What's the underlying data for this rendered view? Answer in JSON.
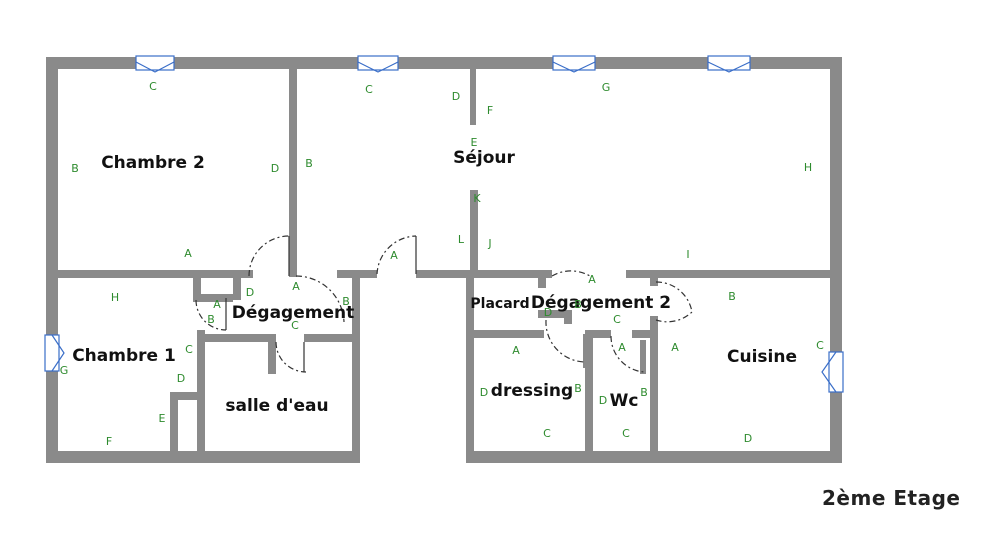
{
  "floor_label": "2ème Etage",
  "rooms": {
    "chambre2": "Chambre 2",
    "sejour": "Séjour",
    "degagement": "Dégagement",
    "chambre1": "Chambre 1",
    "salle_deau": "salle d'eau",
    "placard": "Placard",
    "degagement2": "Dégagement 2",
    "dressing": "dressing",
    "wc": "Wc",
    "cuisine": "Cuisine"
  },
  "wall_letters": {
    "ch2_c": "C",
    "ch2_b": "B",
    "ch2_d": "D",
    "ch2_a": "A",
    "sej_c": "C",
    "sej_d": "D",
    "sej_f": "F",
    "sej_e": "E",
    "sej_g": "G",
    "sej_b": "B",
    "sej_h": "H",
    "sej_k": "K",
    "sej_l": "L",
    "sej_j": "J",
    "sej_a": "A",
    "sej_i": "I",
    "ch1_h": "H",
    "ch1_g": "G",
    "ch1_c": "C",
    "ch1_d": "D",
    "ch1_e": "E",
    "ch1_f": "F",
    "deg_a": "A",
    "deg_d": "D",
    "deg_a2": "A",
    "deg_b": "B",
    "deg_b2": "B",
    "deg_c": "C",
    "deg2_a": "A",
    "deg2_b": "B",
    "deg2_d": "D",
    "deg2_c": "C",
    "dr_a": "A",
    "dr_b": "B",
    "dr_d": "D",
    "dr_c": "C",
    "wc_a": "A",
    "wc_d": "D",
    "wc_b": "B",
    "wc_c": "C",
    "cu_a": "A",
    "cu_b": "B",
    "cu_c": "C",
    "cu_d": "D"
  }
}
